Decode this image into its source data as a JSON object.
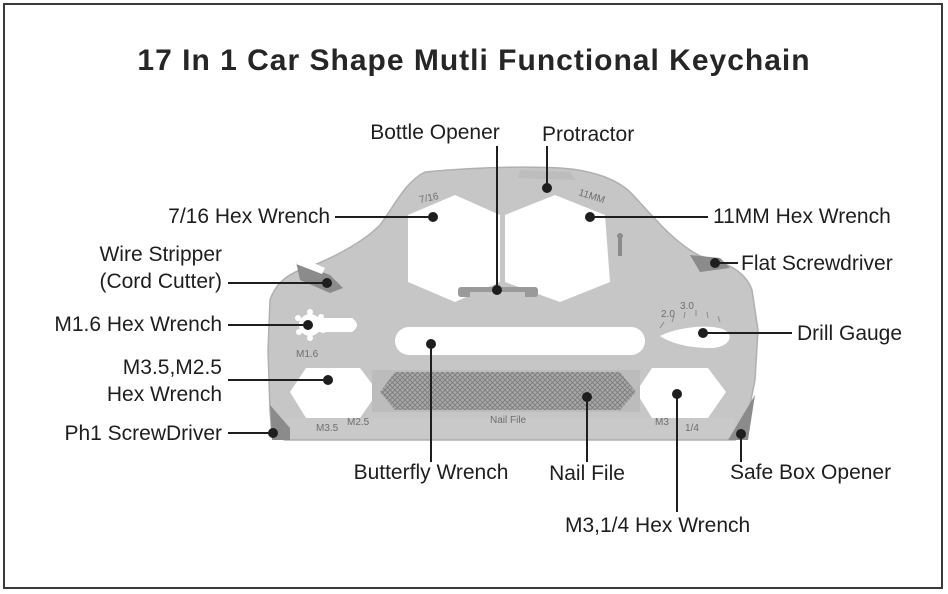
{
  "title": "17 In 1 Car Shape Mutli Functional Keychain",
  "colors": {
    "body": "#c6c6c6",
    "body_edge": "#b4b4b4",
    "accent_dark": "#8b8b8b",
    "cutout": "#ffffff",
    "leader": "#1e1e1e",
    "frame": "#3a3a3a"
  },
  "labels": {
    "bottle_opener": "Bottle Opener",
    "protractor": "Protractor",
    "hex_7_16": "7/16 Hex Wrench",
    "hex_11mm": "11MM Hex Wrench",
    "wire_stripper_line1": "Wire Stripper",
    "wire_stripper_line2": "(Cord Cutter)",
    "flat_screwdriver": "Flat Screwdriver",
    "hex_m16": "M1.6 Hex Wrench",
    "drill_gauge": "Drill Gauge",
    "hex_m35_line1": "M3.5,M2.5",
    "hex_m35_line2": "Hex Wrench",
    "ph1": "Ph1 ScrewDriver",
    "butterfly": "Butterfly Wrench",
    "nail_file": "Nail File",
    "safe_box": "Safe Box Opener",
    "hex_m3": "M3,1/4 Hex Wrench"
  },
  "engravings": {
    "e_7_16": "7/16",
    "e_11mm": "11MM",
    "e_m16": "M1.6",
    "e_m35": "M3.5",
    "e_m25": "M2.5",
    "e_nail": "Nail File",
    "e_m3": "M3",
    "e_1_4": "1/4",
    "e_20": "2.0",
    "e_30": "3.0"
  }
}
